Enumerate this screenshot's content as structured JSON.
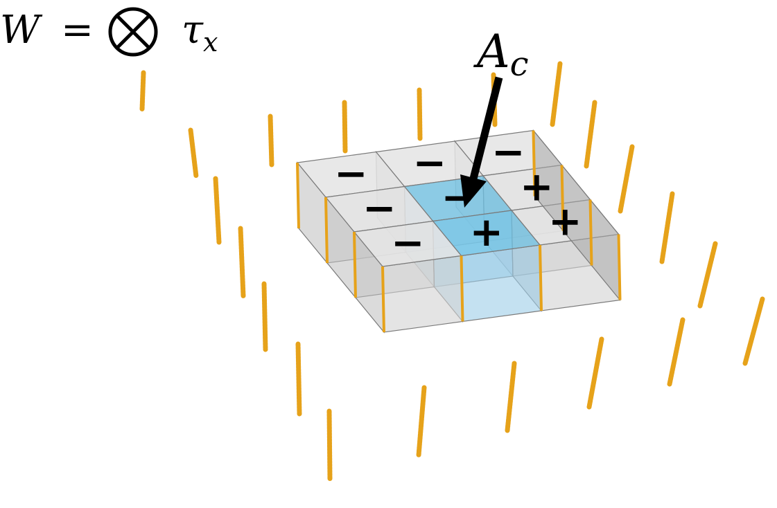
{
  "formula": {
    "lhs": "W",
    "equals": "=",
    "operator_icon": "circle-times-icon",
    "tau": "τ",
    "subscript": "x"
  },
  "label": {
    "base": "A",
    "subscript": "c"
  },
  "grid": {
    "rows": [
      [
        "−",
        "−",
        "−"
      ],
      [
        "−",
        "−",
        "+"
      ],
      [
        "−",
        "+",
        "+"
      ]
    ],
    "highlighted": [
      [
        1,
        1
      ],
      [
        2,
        1
      ]
    ]
  },
  "colors": {
    "spin": "#E6A21A",
    "cube_top": "#E4E4E4",
    "cube_side": "#BDBDBD",
    "cube_edge": "#7A7A7A",
    "highlight_top": "#6FC3E6",
    "highlight_side": "#9CCDE8"
  }
}
